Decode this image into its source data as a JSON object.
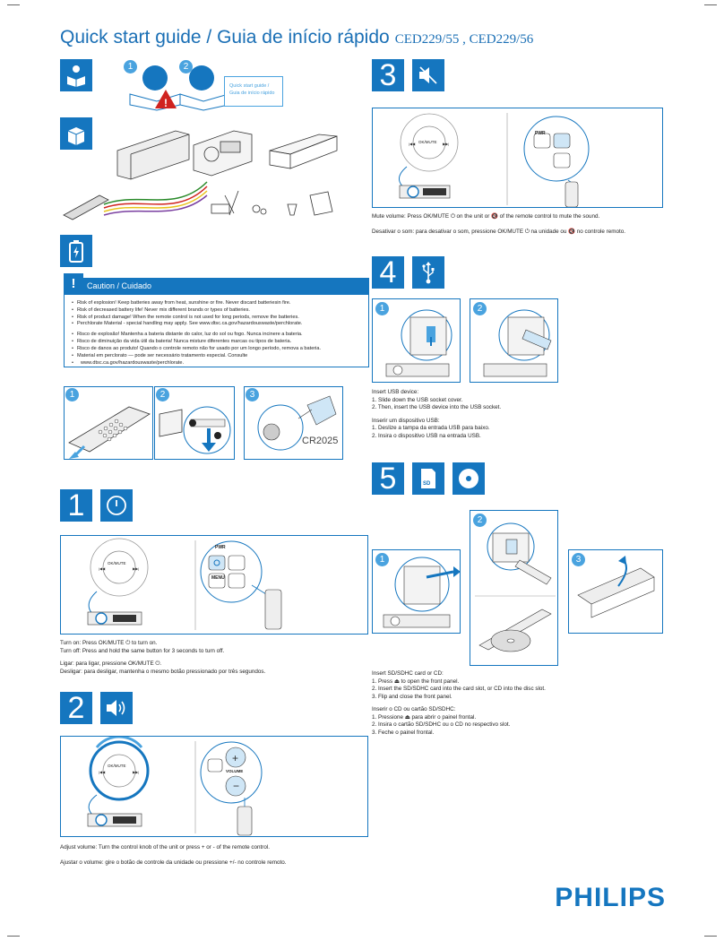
{
  "header": {
    "title": "Quick start guide / Guia de início rápido",
    "models": "CED229/55 , CED229/56"
  },
  "quick_start_label": {
    "line1": "Quick start guide /",
    "line2": "Guia de início rápido"
  },
  "caution": {
    "heading": "Caution / Cuidado",
    "en": [
      "Risk of explosion! Keep batteries away from heat, sunshine or fire. Never discard batteriesin fire.",
      "Risk of decreased battery life! Never mix different brands or types of batteries.",
      "Risk of product damage! When the remote control is not used for long periods, remove the batteries.",
      "Perchlorate Material - special handling may apply. See www.dtsc.ca.gov/hazardouswaste/perchlorate."
    ],
    "pt": [
      "Risco de explosão! Mantenha a bateria distante do calor, luz do sol ou fogo. Nunca incinere a bateria.",
      "Risco de diminuição da vida útil da bateria! Nunca misture diferentes marcas ou tipos de bateria.",
      "Risco de danos ao produto! Quando o controle remoto não for usado por um longo período, remova a bateria.",
      "Material em perclorato — pode ser necessário tratamento especial. Consulte",
      "www.dtsc.ca.gov/hazardouswaste/perchlorate."
    ]
  },
  "battery": {
    "model": "CR2025"
  },
  "step1": {
    "number": "1",
    "text": [
      "Turn on: Press OK/MUTE ⏻ to turn on.",
      "Turn off: Press and hold the same button for 3 seconds to turn off.",
      "",
      "Ligar: para ligar, pressione OK/MUTE ⏻.",
      "Desligar: para desligar, mantenha o mesmo botão pressionado por três segundos."
    ]
  },
  "step2": {
    "number": "2",
    "text": [
      "Adjust volume: Turn the control knob of the unit or press + or - of the remote control.",
      "",
      "Ajustar o volume: gire o botão de controle da unidade ou pressione +/- no controle remoto."
    ]
  },
  "step3": {
    "number": "3",
    "text": [
      "Mute volume: Press OK/MUTE ⏻ on the unit or 🔇 of the remote control to mute the sound.",
      "",
      "Desativar o som: para desativar o som, pressione OK/MUTE ⏻ na unidade ou 🔇 no controle remoto."
    ]
  },
  "step4": {
    "number": "4",
    "text": [
      "Insert USB device:",
      "1. Slide down the USB socket cover.",
      "2. Then, insert the USB device into the USB socket.",
      "",
      "Inserir um dispositivo USB:",
      "1. Deslize a tampa da entrada USB para baixo.",
      "2. Insira o dispositivo USB na entrada USB."
    ]
  },
  "step5": {
    "number": "5",
    "text": [
      "Insert SD/SDHC card or CD:",
      "1. Press ⏏ to open the front panel.",
      "2. Insert the SD/SDHC card into the card slot, or CD into the disc slot.",
      "3. Flip and close the front panel.",
      "",
      "Inserir o CD ou cartão SD/SDHC:",
      "1. Pressione ⏏ para abrir o painel frontal.",
      "2. Insira o cartão SD/SDHC ou o CD no respectivo slot.",
      "3. Feche o painel frontal."
    ]
  },
  "labels": {
    "ok_mute": "OK/MUTE",
    "pwr": "PWR",
    "menu": "MENU",
    "volume": "VOLUME",
    "num1": "1",
    "num2": "2",
    "num3": "3"
  },
  "brand": "PHILIPS",
  "colors": {
    "accent": "#1576bf",
    "light_accent": "#4aa3df"
  }
}
